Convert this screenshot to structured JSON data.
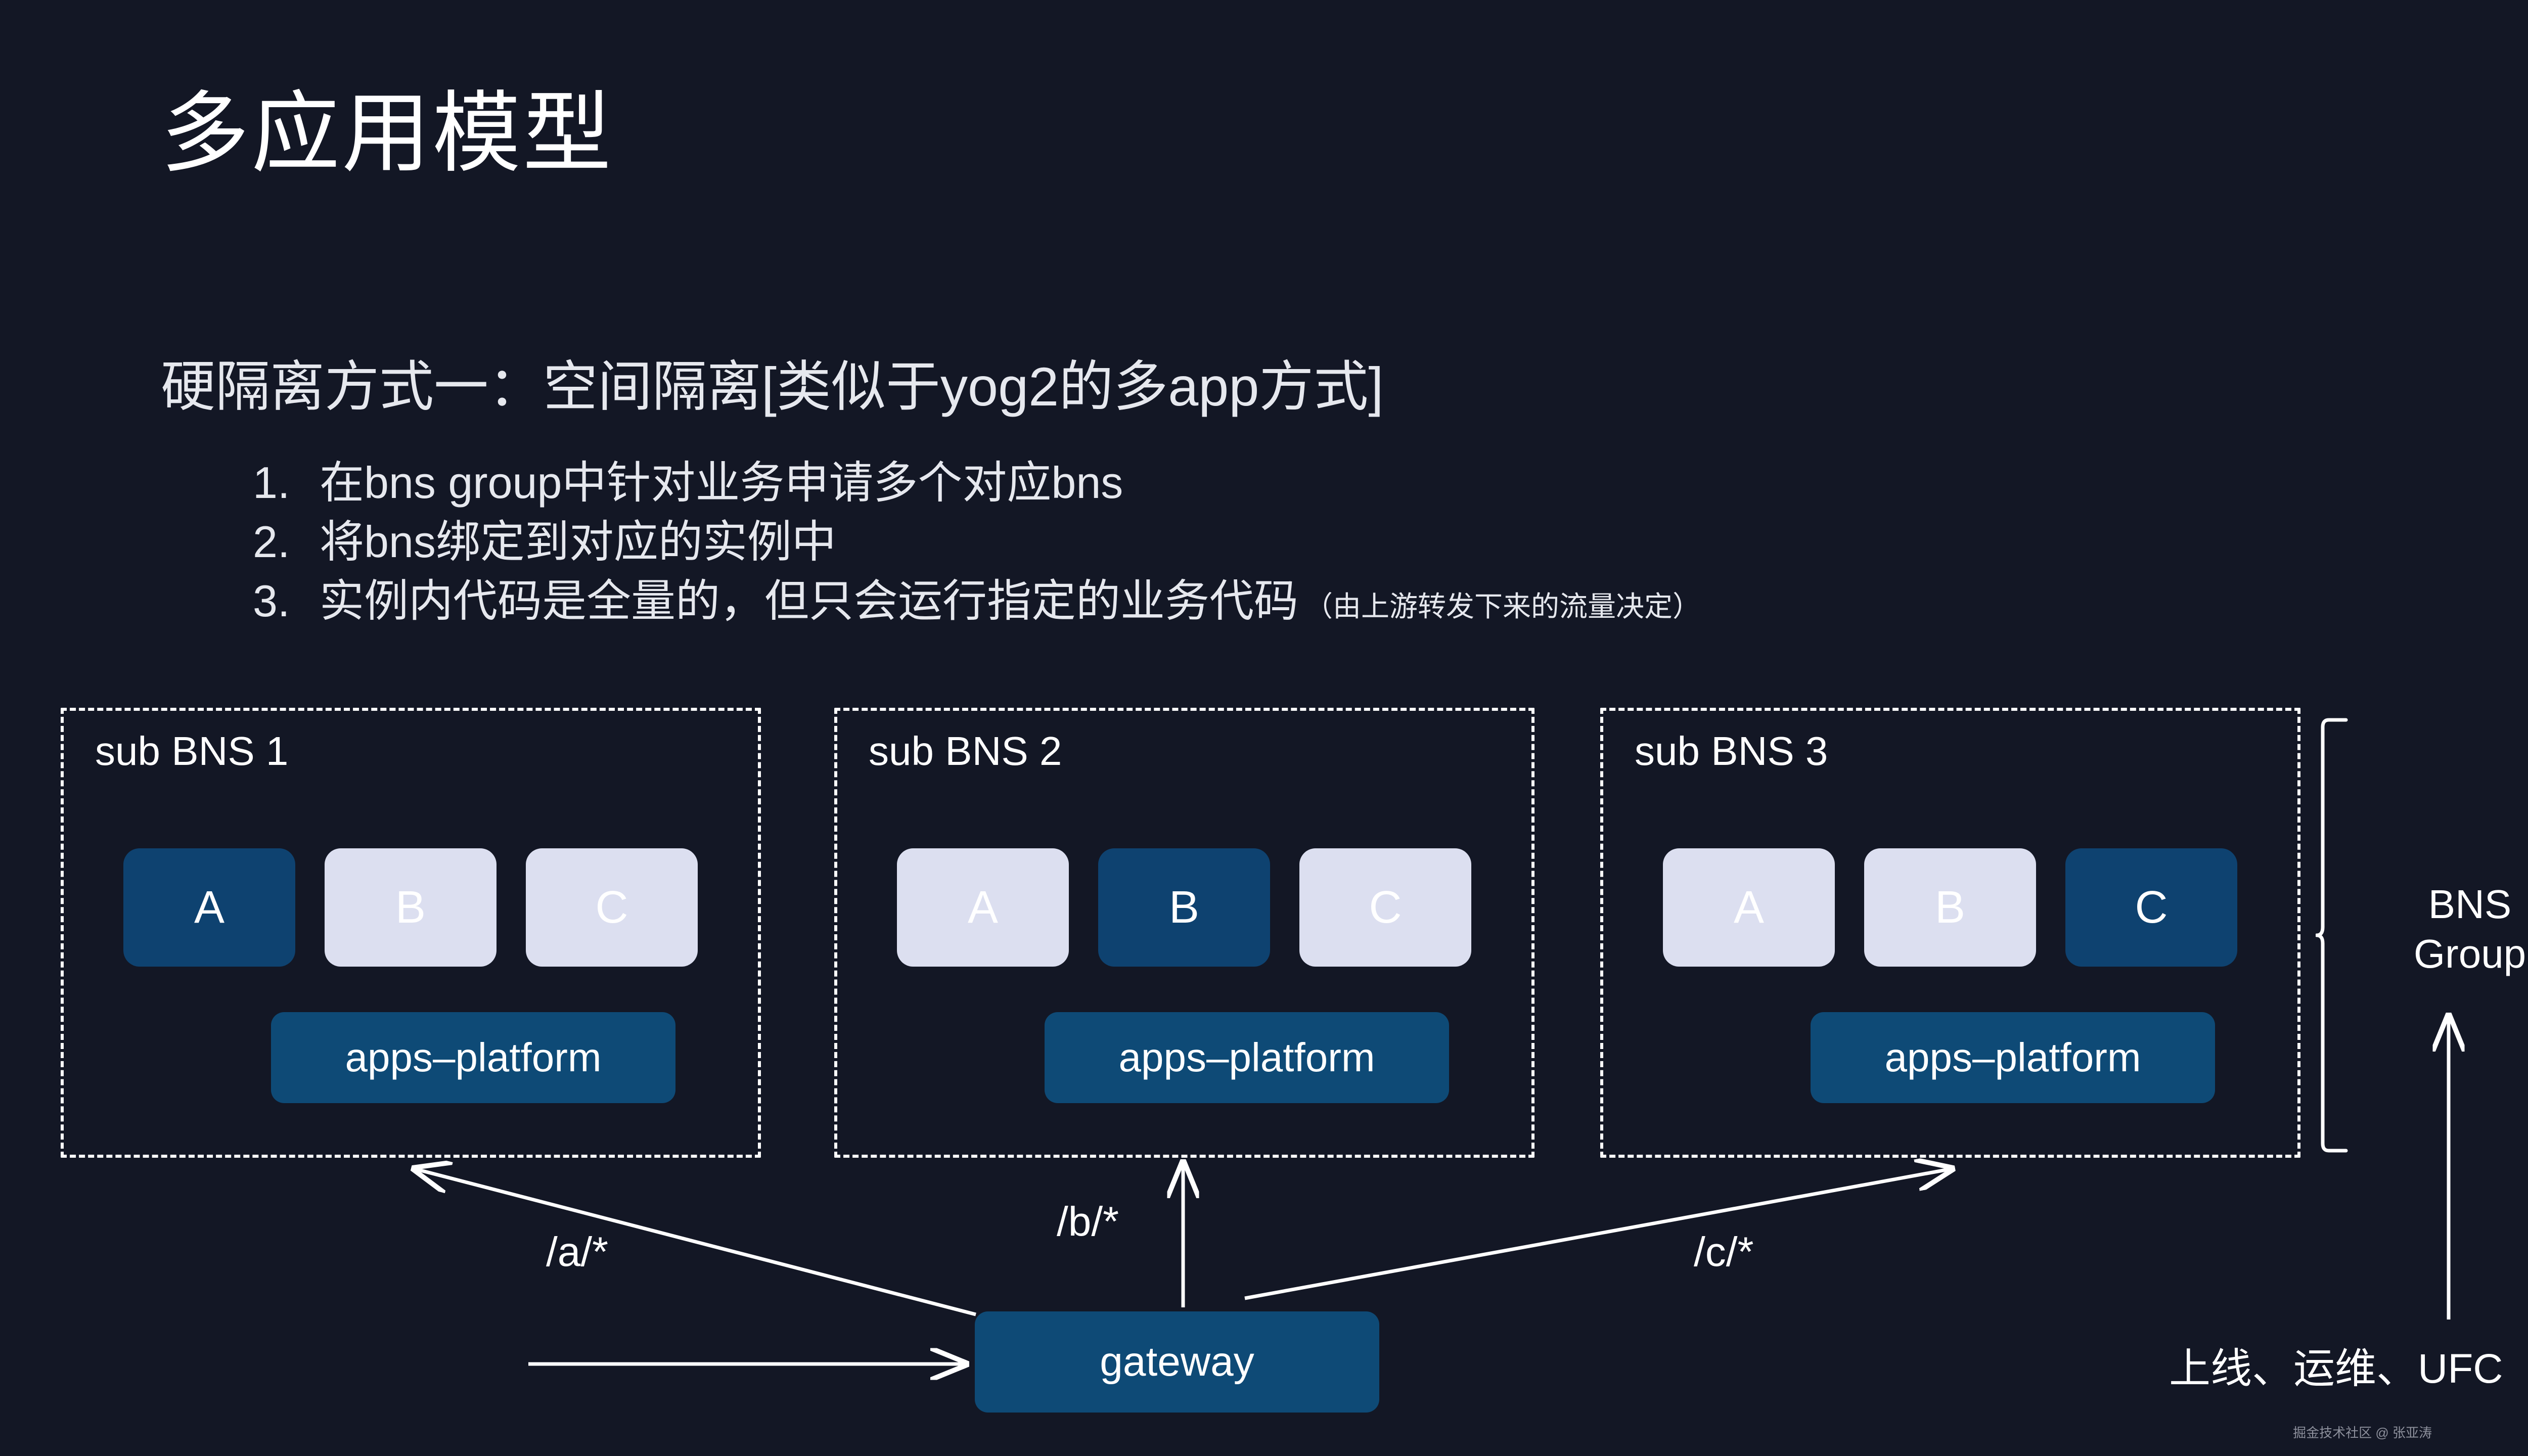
{
  "slide": {
    "background_color": "#131725",
    "title": "多应用模型",
    "subtitle": "硬隔离方式一：空间隔离[类似于yog2的多app方式]"
  },
  "bullets": [
    {
      "num": "1.",
      "text": "在bns group中针对业务申请多个对应bns",
      "note": ""
    },
    {
      "num": "2.",
      "text": "将bns绑定到对应的实例中",
      "note": ""
    },
    {
      "num": "3.",
      "text": "实例内代码是全量的，但只会运行指定的业务代码",
      "note": "（由上游转发下来的流量决定）"
    }
  ],
  "bns_boxes": [
    {
      "label": "sub BNS 1",
      "apps": [
        {
          "name": "A",
          "state": "active"
        },
        {
          "name": "B",
          "state": "idle"
        },
        {
          "name": "C",
          "state": "idle"
        }
      ],
      "platform": "apps–platform"
    },
    {
      "label": "sub BNS 2",
      "apps": [
        {
          "name": "A",
          "state": "idle"
        },
        {
          "name": "B",
          "state": "active"
        },
        {
          "name": "C",
          "state": "idle"
        }
      ],
      "platform": "apps–platform"
    },
    {
      "label": "sub BNS 3",
      "apps": [
        {
          "name": "A",
          "state": "idle"
        },
        {
          "name": "B",
          "state": "idle"
        },
        {
          "name": "C",
          "state": "active"
        }
      ],
      "platform": "apps–platform"
    }
  ],
  "group": {
    "label_line1": "BNS",
    "label_line2": "Group",
    "label": "BNS Group"
  },
  "gateway": {
    "label": "gateway"
  },
  "routes": {
    "a": "/a/*",
    "b": "/b/*",
    "c": "/c/*"
  },
  "ops": {
    "label": "上线、运维、UFC"
  },
  "watermark": {
    "text": "掘金技术社区 @ 张亚涛"
  },
  "colors": {
    "background": "#131725",
    "chip_active": "#0e4270",
    "chip_idle": "#dcdff0",
    "platform": "#0e4a76",
    "text": "#ffffff",
    "muted_text": "#8d909c"
  }
}
